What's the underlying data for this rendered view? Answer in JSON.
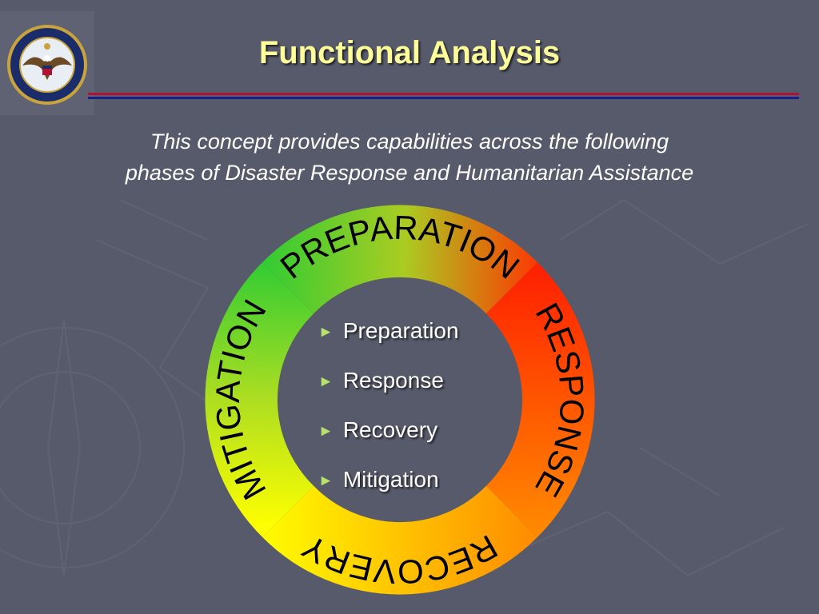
{
  "slide": {
    "title": "Functional Analysis",
    "subtitle_line1": "This concept provides capabilities across the following",
    "subtitle_line2": "phases of Disaster Response and Humanitarian Assistance"
  },
  "wheel": {
    "segments": [
      {
        "label": "PREPARATION",
        "color_from": "#33cc33",
        "color_to": "#ff3300"
      },
      {
        "label": "RESPONSE",
        "color_from": "#ff2200",
        "color_to": "#ff8800"
      },
      {
        "label": "RECOVERY",
        "color_from": "#ff8800",
        "color_to": "#ffff00"
      },
      {
        "label": "MITIGATION",
        "color_from": "#ffff00",
        "color_to": "#33cc33"
      }
    ]
  },
  "phases": {
    "items": [
      {
        "label": "Preparation"
      },
      {
        "label": "Response"
      },
      {
        "label": "Recovery"
      },
      {
        "label": "Mitigation"
      }
    ]
  },
  "colors": {
    "background": "#575a6a",
    "title": "#ffff99",
    "rule_red": "#b2122f",
    "rule_blue": "#1b1f8c",
    "bullet": "#b6e26b"
  }
}
